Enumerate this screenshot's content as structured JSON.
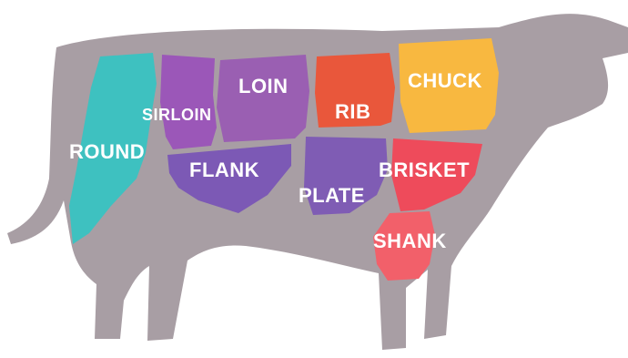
{
  "colors": {
    "body": "#a89ea4",
    "round": "#3ec1c0",
    "sirloin": "#9b57b8",
    "loin": "#9a5fb2",
    "rib": "#e9573b",
    "chuck": "#f8b840",
    "flank": "#7c59b5",
    "plate": "#7f5cb4",
    "brisket": "#ee4b5b",
    "shank": "#f2606a",
    "label": "#ffffff"
  },
  "cuts": {
    "round": "ROUND",
    "sirloin": "SIRLOIN",
    "loin": "LOIN",
    "rib": "RIB",
    "chuck": "CHUCK",
    "flank": "FLANK",
    "plate": "PLATE",
    "brisket": "BRISKET",
    "shank": "SHANK"
  }
}
